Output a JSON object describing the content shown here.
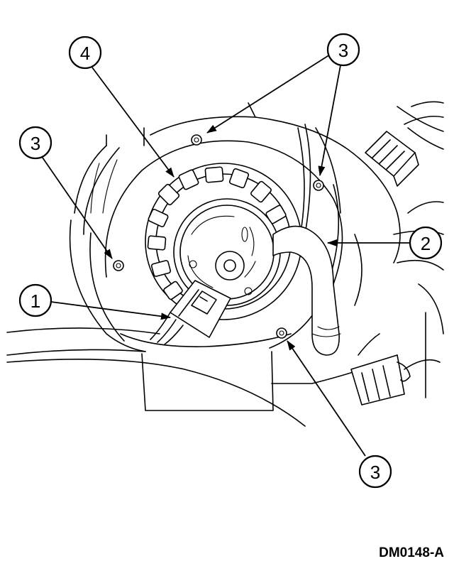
{
  "callouts": [
    {
      "id": "callout-1",
      "label": "1"
    },
    {
      "id": "callout-2",
      "label": "2"
    },
    {
      "id": "callout-3-top",
      "label": "3"
    },
    {
      "id": "callout-3-left",
      "label": "3"
    },
    {
      "id": "callout-3-bottom",
      "label": "3"
    },
    {
      "id": "callout-4",
      "label": "4"
    }
  ],
  "diagram_id": "DM0148-A"
}
